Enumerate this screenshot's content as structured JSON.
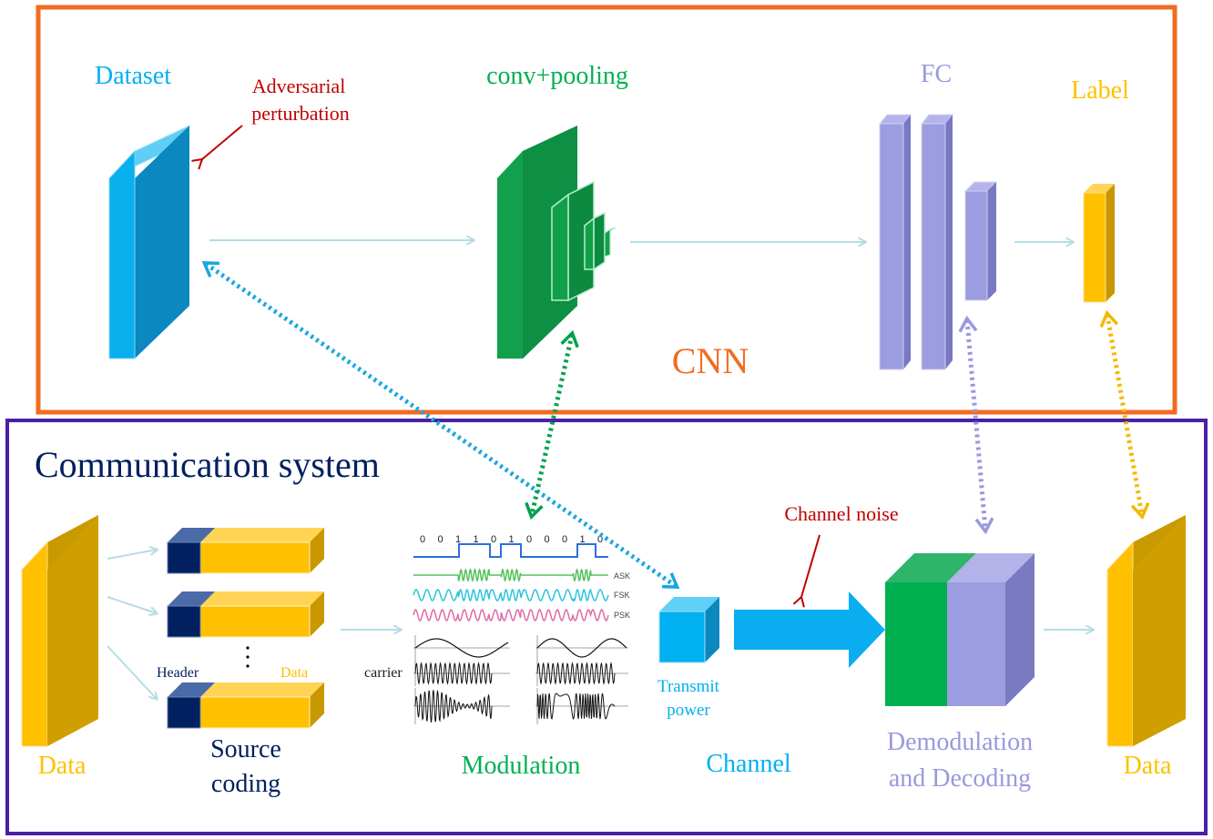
{
  "cnn": {
    "title": "CNN",
    "dataset_label": "Dataset",
    "adversarial_line1": "Adversarial",
    "adversarial_line2": "perturbation",
    "conv_label": "conv+pooling",
    "fc_label": "FC",
    "label_label": "Label"
  },
  "comm": {
    "title": "Communication system",
    "data_in_label": "Data",
    "header_label": "Header",
    "data_small_label": "Data",
    "source_coding_line1": "Source",
    "source_coding_line2": "coding",
    "modulation_label": "Modulation",
    "carrier_label": "carrier",
    "bits": [
      "0",
      "0",
      "1",
      "1",
      "0",
      "1",
      "0",
      "0",
      "0",
      "1",
      "0"
    ],
    "ask_label": "ASK",
    "fsk_label": "FSK",
    "psk_label": "PSK",
    "transmit_line1": "Transmit",
    "transmit_line2": "power",
    "channel_label": "Channel",
    "channel_noise_label": "Channel noise",
    "demod_line1": "Demodulation",
    "demod_line2": "and Decoding",
    "data_out_label": "Data"
  },
  "colors": {
    "cnn_border": "#f26b21",
    "comm_border": "#4b1fa8",
    "blue": "#00b0f0",
    "green": "#00b050",
    "lavender": "#9999dd",
    "gold": "#ffc000",
    "navy": "#002060",
    "dark_red": "#c00000",
    "light_arrow": "#b4dde6"
  }
}
